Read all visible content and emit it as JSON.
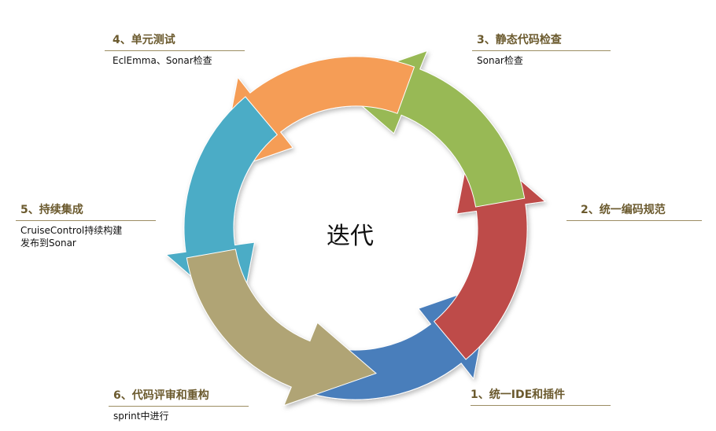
{
  "center": {
    "label": "迭代"
  },
  "steps": [
    {
      "title": "1、统一IDE和插件",
      "desc": ""
    },
    {
      "title": "2、统一编码规范",
      "desc": ""
    },
    {
      "title": "3、静态代码检查",
      "desc": "Sonar检查"
    },
    {
      "title": "4、单元测试",
      "desc": "EclEmma、Sonar检查"
    },
    {
      "title": "5、持续集成",
      "desc": "CruiseControl持续构建\n发布到Sonar"
    },
    {
      "title": "6、代码评审和重构",
      "desc": "sprint中进行"
    }
  ],
  "colors": {
    "step1": "#4a7ebb",
    "step2": "#be4b48",
    "step3": "#98b954",
    "step4": "#f59d56",
    "step5": "#4bacc6",
    "step6": "#b0a474",
    "title_text": "#6b5a2e",
    "rule": "#9c8d63"
  }
}
